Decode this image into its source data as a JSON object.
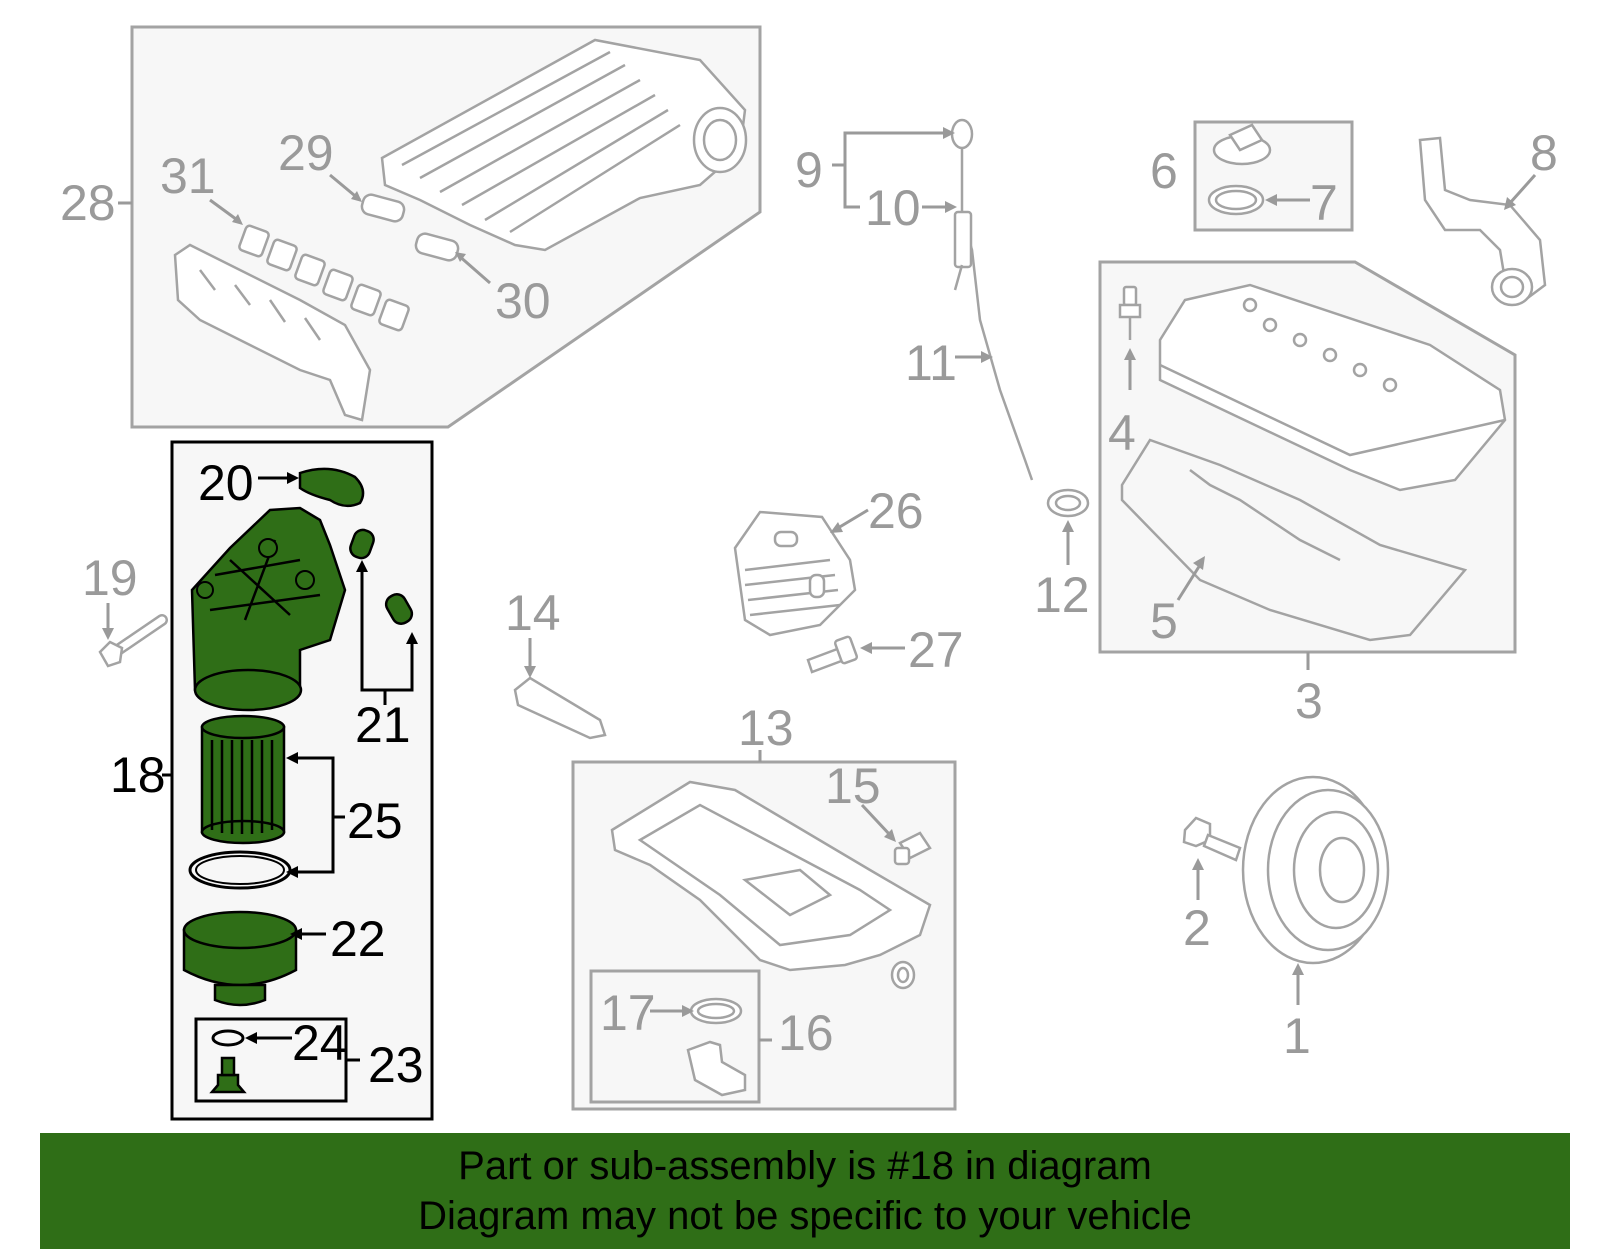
{
  "colors": {
    "highlight": "#2f6e17",
    "banner_background": "#2f6e17",
    "line_grey": "#a3a3a3",
    "label_grey": "#9a9a9a",
    "highlight_outline": "#000000"
  },
  "labels": {
    "p1": "1",
    "p2": "2",
    "p3": "3",
    "p4": "4",
    "p5": "5",
    "p6": "6",
    "p7": "7",
    "p8": "8",
    "p9": "9",
    "p10": "10",
    "p11": "11",
    "p12": "12",
    "p13": "13",
    "p14": "14",
    "p15": "15",
    "p16": "16",
    "p17": "17",
    "p18": "18",
    "p19": "19",
    "p20": "20",
    "p21": "21",
    "p22": "22",
    "p23": "23",
    "p24": "24",
    "p25": "25",
    "p26": "26",
    "p27": "27",
    "p28": "28",
    "p29": "29",
    "p30": "30",
    "p31": "31"
  },
  "highlighted_parts": [
    "18",
    "20",
    "21",
    "22",
    "23",
    "24",
    "25"
  ],
  "banner": {
    "line1": "Part or sub-assembly is #18 in diagram",
    "line2": "Diagram may not be specific to your vehicle"
  }
}
